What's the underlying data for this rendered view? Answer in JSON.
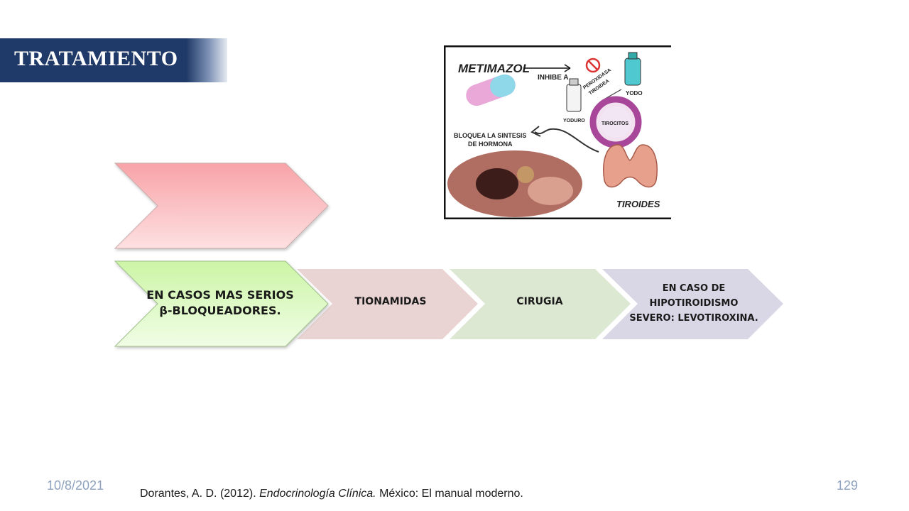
{
  "title": "TRATAMIENTO",
  "illustration": {
    "labels": {
      "drug": "METIMAZOL",
      "inhibits": "INHIBE A",
      "enzyme_line1": "PEROXIDASA",
      "enzyme_line2": "TIROIDEA",
      "iodine": "YODO",
      "iodide": "YODURO",
      "cells": "TIROCITOS",
      "blocks_line1": "BLOQUEA LA SINTESIS",
      "blocks_line2": "DE HORMONA",
      "gland": "TIROIDES"
    }
  },
  "process": {
    "first_empty": "",
    "beta_blockers": "EN CASOS MAS SERIOS β-BLOQUEADORES.",
    "tionamidas": "TIONAMIDAS",
    "cirugia": "CIRUGIA",
    "levotiroxina": "EN CASO DE HIPOTIROIDISMO SEVERO: LEVOTIROXINA."
  },
  "footer": {
    "date": "10/8/2021",
    "page": "129",
    "citation_before": "Dorantes, A. D. (2012). ",
    "citation_italic": "Endocrinología Clínica.",
    "citation_after": " México: El manual  moderno."
  },
  "colors": {
    "title_bg": "#1f3a68",
    "chevron_pink": "#f8a3a8",
    "chevron_green": "#ccf5a6",
    "chevron_rose": "#e9d3d3",
    "chevron_sage": "#dde8d3",
    "chevron_lavender": "#d9d6e6",
    "footer_text": "#8ea2bf"
  }
}
